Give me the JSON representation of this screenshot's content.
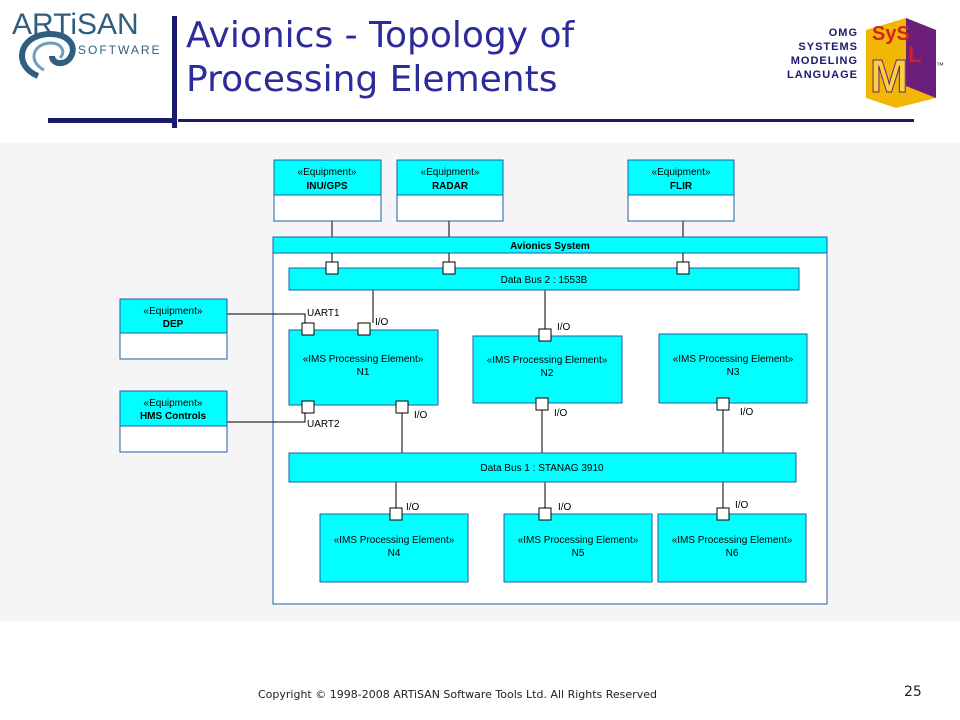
{
  "header": {
    "title_line1": "Avionics - Topology of",
    "title_line2": "Processing Elements",
    "left_logo": {
      "word": "ARTiSAN",
      "sub": "SOFTWARE"
    },
    "right_logo": {
      "line1": "OMG",
      "line2": "SYSTEMS",
      "line3": "MODELING",
      "line4": "LANGUAGE",
      "mark": "SysML",
      "tm": "™"
    }
  },
  "diagram": {
    "stereotype_equipment": "«Equipment»",
    "stereotype_ims": "«IMS Processing Element»",
    "equipment": {
      "inu_gps": "INU/GPS",
      "radar": "RADAR",
      "flir": "FLIR",
      "dep": "DEP",
      "hms": "HMS Controls"
    },
    "system_title": "Avionics System",
    "bus2": "Data Bus 2 : 1553B",
    "bus1": "Data Bus 1 : STANAG 3910",
    "nodes": {
      "n1": "N1",
      "n2": "N2",
      "n3": "N3",
      "n4": "N4",
      "n5": "N5",
      "n6": "N6"
    },
    "port_labels": {
      "uart1": "UART1",
      "uart2": "UART2",
      "io": "I/O"
    }
  },
  "footer": {
    "copyright": "Copyright © 1998-2008 ARTiSAN Software Tools Ltd.  All Rights Reserved",
    "page_number": "25"
  }
}
